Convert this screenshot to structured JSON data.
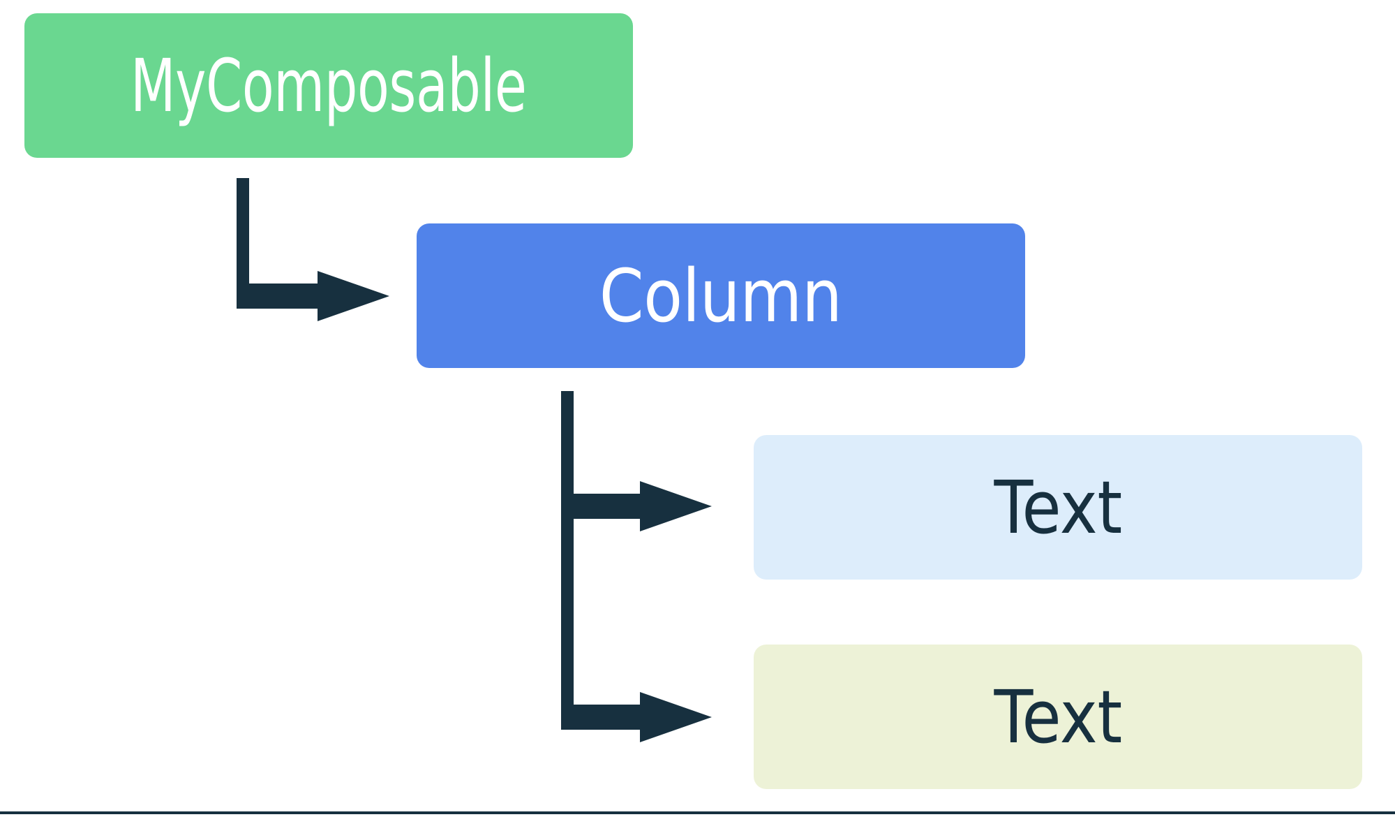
{
  "diagram": {
    "type": "tree",
    "title_text": "",
    "background_color": "#ffffff",
    "connector_color": "#17303f",
    "nodes": [
      {
        "id": "root",
        "label": "MyComposable",
        "fill": "#6ad790",
        "text_color": "#ffffff",
        "depth": 0
      },
      {
        "id": "column",
        "label": "Column",
        "fill": "#5183ea",
        "text_color": "#ffffff",
        "depth": 1
      },
      {
        "id": "text-1",
        "label": "Text",
        "fill": "#ddedfb",
        "text_color": "#17303f",
        "depth": 2
      },
      {
        "id": "text-2",
        "label": "Text",
        "fill": "#edf2d7",
        "text_color": "#17303f",
        "depth": 2
      }
    ],
    "edges": [
      {
        "from": "root",
        "to": "column"
      },
      {
        "from": "column",
        "to": "text-1"
      },
      {
        "from": "column",
        "to": "text-2"
      }
    ]
  }
}
